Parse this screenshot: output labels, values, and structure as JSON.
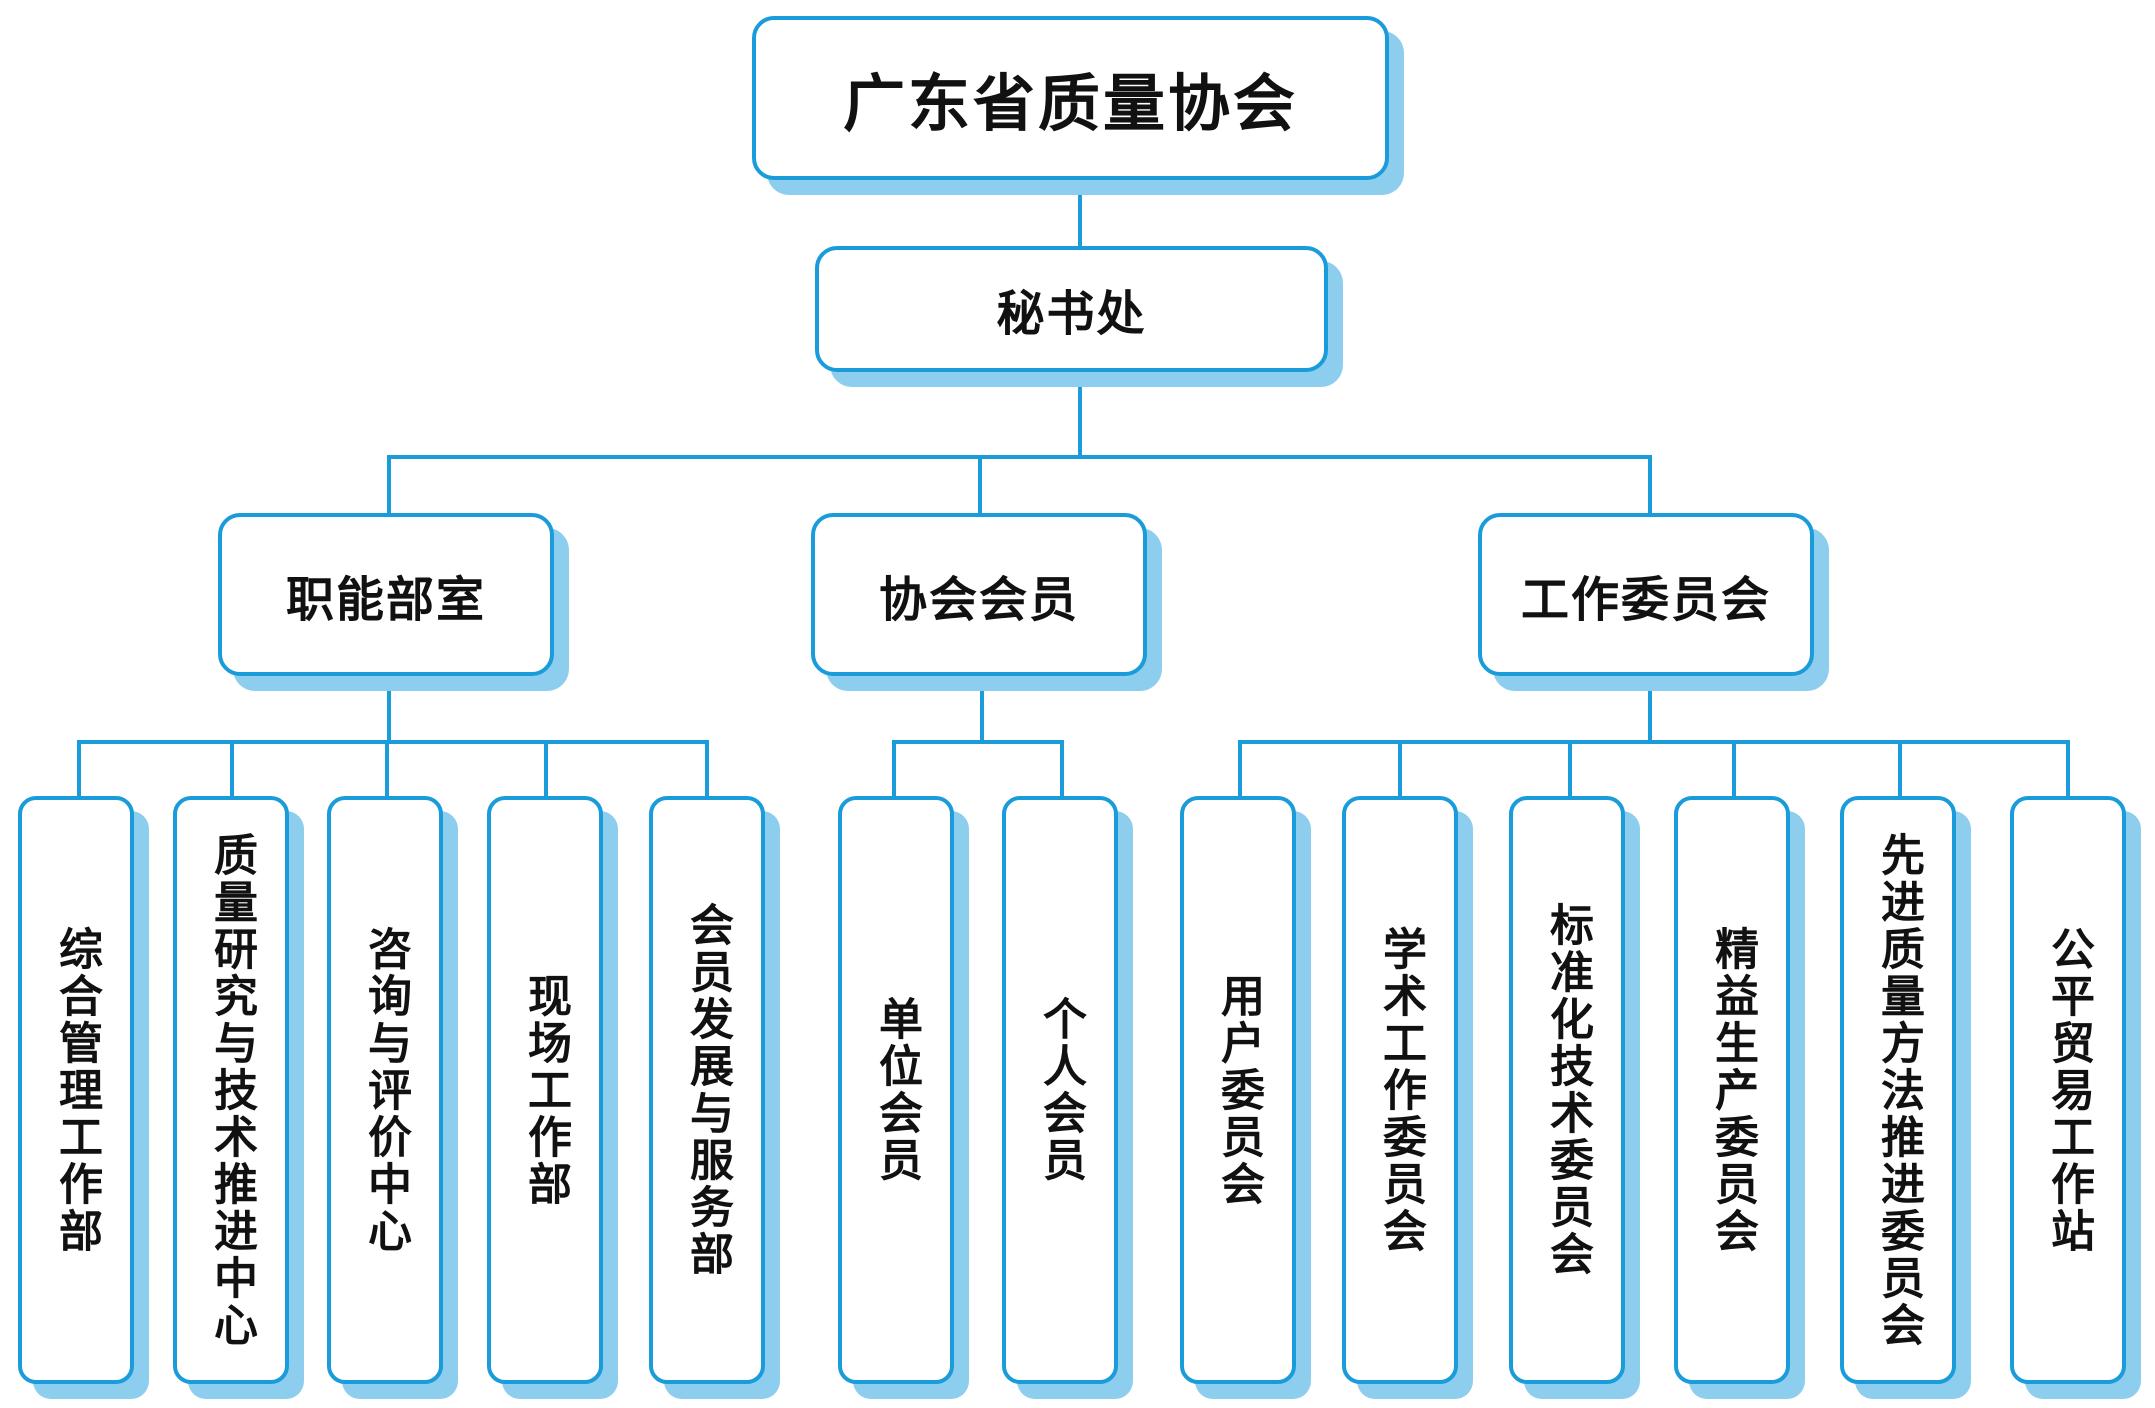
{
  "root": "广东省质量协会",
  "secretariat": "秘书处",
  "groups": [
    {
      "label": "职能部室",
      "children": [
        "综合管理工作部",
        "质量研究与技术推进中心",
        "咨询与评价中心",
        "现场工作部",
        "会员发展与服务部"
      ]
    },
    {
      "label": "协会会员",
      "children": [
        "单位会员",
        "个人会员"
      ]
    },
    {
      "label": "工作委员会",
      "children": [
        "用户委员会",
        "学术工作委员会",
        "标准化技术委员会",
        "精益生产委员会",
        "先进质量方法推进委员会",
        "公平贸易工作站"
      ]
    }
  ],
  "colors": {
    "border": "#1a9cdb",
    "shadow": "#8dcdee",
    "text": "#111111",
    "background": "#ffffff"
  }
}
